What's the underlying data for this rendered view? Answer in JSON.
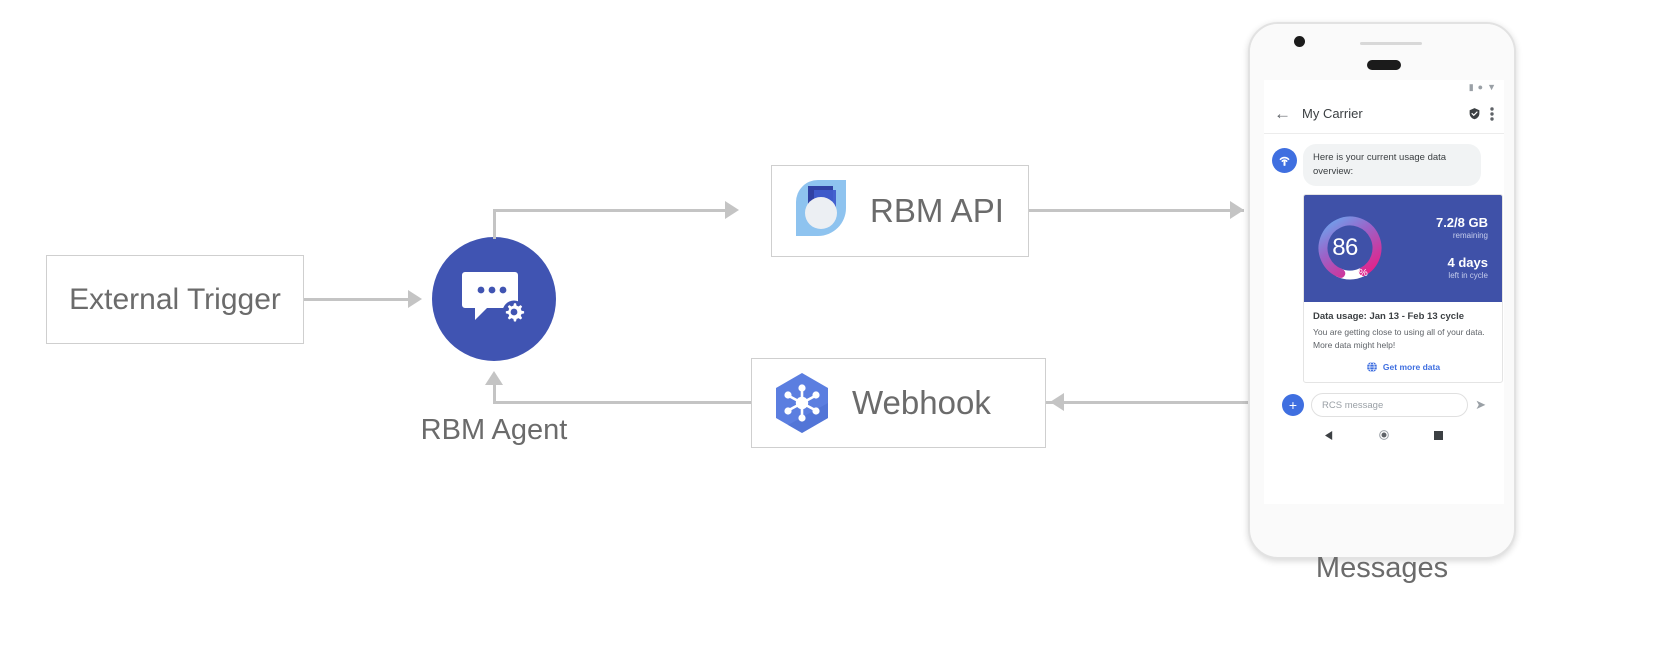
{
  "diagram": {
    "nodes": {
      "external_trigger": {
        "label": "External Trigger"
      },
      "rbm_agent": {
        "label": "RBM Agent",
        "icon": "chat-gear-icon",
        "color": "#4054b2"
      },
      "rbm_api": {
        "label": "RBM API",
        "icon": "rbm-api-logo-icon"
      },
      "webhook": {
        "label": "Webhook",
        "icon": "webhook-hexagon-icon"
      },
      "messages": {
        "label": "Messages"
      }
    },
    "connector_color": "#c4c4c4"
  },
  "phone": {
    "status_bar": {
      "signal": "signal-icon",
      "wifi": "wifi-icon",
      "battery": "battery-icon"
    },
    "header": {
      "back": "back-arrow-icon",
      "title": "My Carrier",
      "verified": "verified-shield-icon",
      "overflow": "more-vert-icon"
    },
    "thread": {
      "avatar_icon": "carrier-antenna-icon",
      "intro_message": "Here is your current usage data overview:",
      "rich_card": {
        "gauge": {
          "percent": "86",
          "percent_symbol": "%",
          "fill_ratio": 0.86,
          "panel_color": "#3f51a8",
          "gradient_start": "#6aa8f0",
          "gradient_mid": "#9b63c8",
          "gradient_end": "#e0258c",
          "track_color": "#ffffff"
        },
        "stats": [
          {
            "value": "7.2/8 GB",
            "caption": "remaining"
          },
          {
            "value": "4 days",
            "caption": "left in cycle"
          }
        ],
        "title": "Data usage: Jan 13 - Feb 13 cycle",
        "description_line1": "You are getting close to using all of your data.",
        "description_line2": "More data might help!",
        "action": {
          "icon": "globe-icon",
          "label": "Get more data",
          "color": "#3f6fe0"
        }
      }
    },
    "composer": {
      "plus_label": "+",
      "input_placeholder": "RCS message",
      "send_icon": "send-icon"
    },
    "nav_bar": {
      "back": "nav-back-icon",
      "home": "nav-home-icon",
      "recents": "nav-recents-icon"
    }
  }
}
